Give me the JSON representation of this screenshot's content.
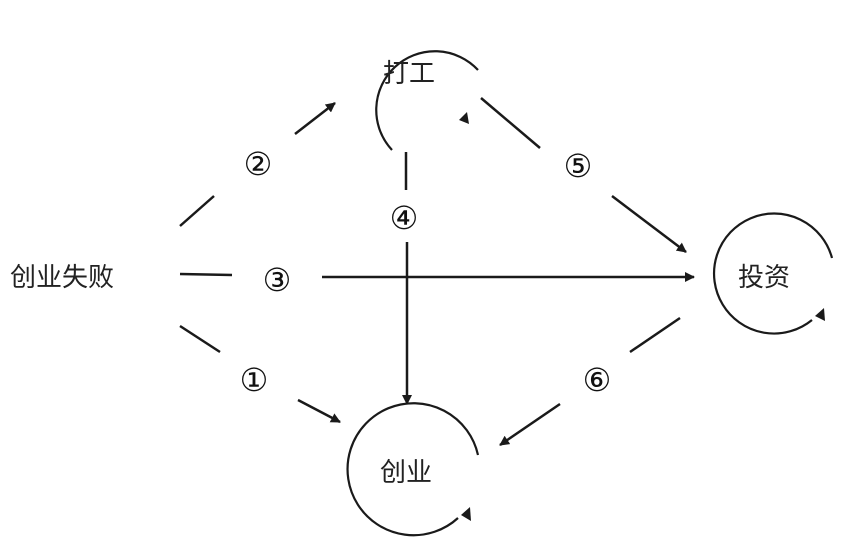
{
  "diagram": {
    "nodes": {
      "start": "创业失败",
      "work": "打工",
      "invest": "投资",
      "startup": "创业"
    },
    "edges": [
      {
        "id": "1",
        "label": "①",
        "from": "创业失败",
        "to": "创业"
      },
      {
        "id": "2",
        "label": "②",
        "from": "创业失败",
        "to": "打工"
      },
      {
        "id": "3",
        "label": "③",
        "from": "创业失败",
        "to": "投资"
      },
      {
        "id": "4",
        "label": "④",
        "from": "打工",
        "to": "创业"
      },
      {
        "id": "5",
        "label": "⑤",
        "from": "打工",
        "to": "投资"
      },
      {
        "id": "6",
        "label": "⑥",
        "from": "投资",
        "to": "创业"
      }
    ],
    "self_loops": [
      "打工",
      "投资",
      "创业"
    ],
    "colors": {
      "line": "#1a1a1a",
      "text": "#222222",
      "background": "#ffffff"
    }
  }
}
